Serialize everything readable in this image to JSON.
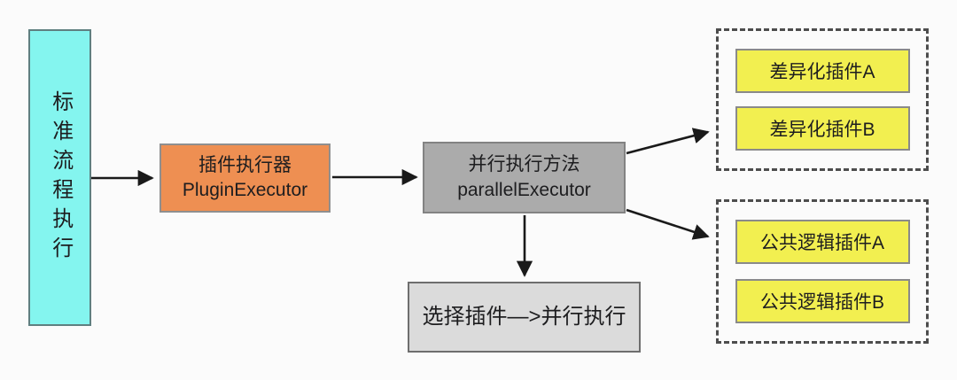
{
  "diagram": {
    "background_color": "#fbfbfb",
    "arrow_color": "#1a1a1a",
    "nodes": {
      "start": {
        "label": "标准流程执行",
        "fill": "#84f5ef",
        "border": "#5f7f80"
      },
      "plugin_executor": {
        "title": "插件执行器",
        "subtitle": "PluginExecutor",
        "fill": "#ee8f52",
        "border": "#8f8f8f"
      },
      "parallel_executor": {
        "title": "并行执行方法",
        "subtitle": "parallelExecutor",
        "fill": "#ababab",
        "border": "#838383"
      },
      "select_parallel": {
        "label": "选择插件—>并行执行",
        "fill": "#dbdbdb",
        "border": "#6e6e6e"
      }
    },
    "groups": {
      "differential": {
        "border_style": "dashed",
        "border_color": "#4d4d4d",
        "item_fill": "#f2ef50",
        "items": [
          {
            "label": "差异化插件A"
          },
          {
            "label": "差异化插件B"
          }
        ]
      },
      "common": {
        "border_style": "dashed",
        "border_color": "#4d4d4d",
        "item_fill": "#f2ef50",
        "items": [
          {
            "label": "公共逻辑插件A"
          },
          {
            "label": "公共逻辑插件B"
          }
        ]
      }
    },
    "edges": [
      {
        "from": "start",
        "to": "plugin_executor"
      },
      {
        "from": "plugin_executor",
        "to": "parallel_executor"
      },
      {
        "from": "parallel_executor",
        "to": "select_parallel"
      },
      {
        "from": "parallel_executor",
        "to": "differential_group"
      },
      {
        "from": "parallel_executor",
        "to": "common_group"
      }
    ]
  }
}
